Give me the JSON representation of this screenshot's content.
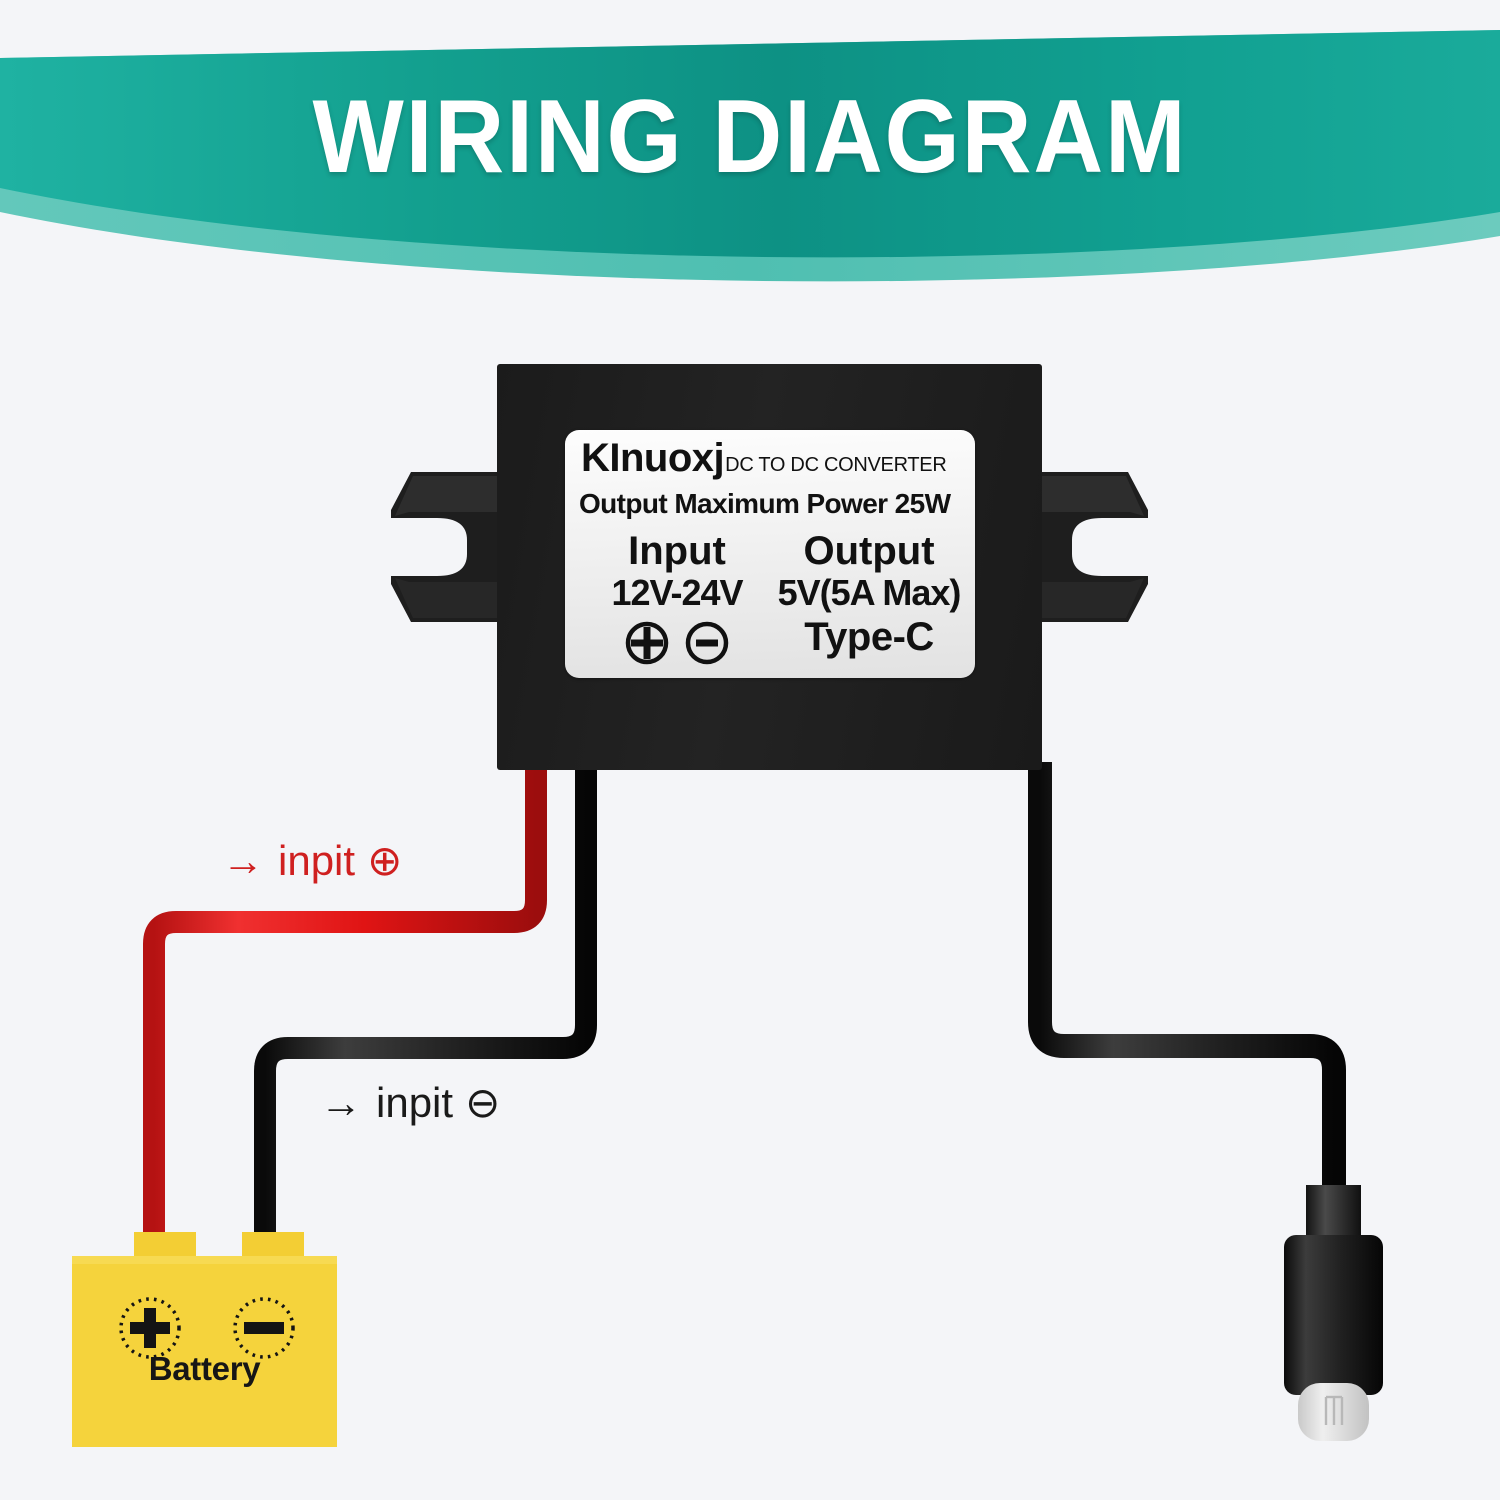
{
  "banner": {
    "title": "WIRING DIAGRAM",
    "color_dark": "#0e9487",
    "color_mid": "#17a898",
    "color_light": "#5cc3b6"
  },
  "converter": {
    "brand": "KInuoxj",
    "brand_sub": "DC TO DC CONVERTER",
    "power_line": "Output Maximum Power 25W",
    "input": {
      "heading": "Input",
      "value": "12V-24V",
      "plus_symbol": "plus-in-circle",
      "minus_symbol": "minus-in-circle"
    },
    "output": {
      "heading": "Output",
      "value": "5V(5A Max)",
      "connector": "Type-C"
    },
    "body_color": "#1e1e1e",
    "plate_color": "#eeeeee"
  },
  "annotations": {
    "positive": {
      "arrow": "→",
      "text": "inpit",
      "symbol": "⊕",
      "color": "#cf2020"
    },
    "negative": {
      "arrow": "→",
      "text": "inpit",
      "symbol": "⊖",
      "color": "#1a1a1a"
    }
  },
  "wires": {
    "positive_color": "#e81c1c",
    "negative_color": "#1b1b1b",
    "output_color": "#1b1b1b"
  },
  "battery": {
    "label": "Battery",
    "positive_terminal": "+",
    "negative_terminal": "−",
    "body_color": "#f5d33c"
  },
  "plug": {
    "type": "usb-type-c-connector",
    "housing_color": "#1d1d1d",
    "tip_color": "#dcdcdc"
  }
}
